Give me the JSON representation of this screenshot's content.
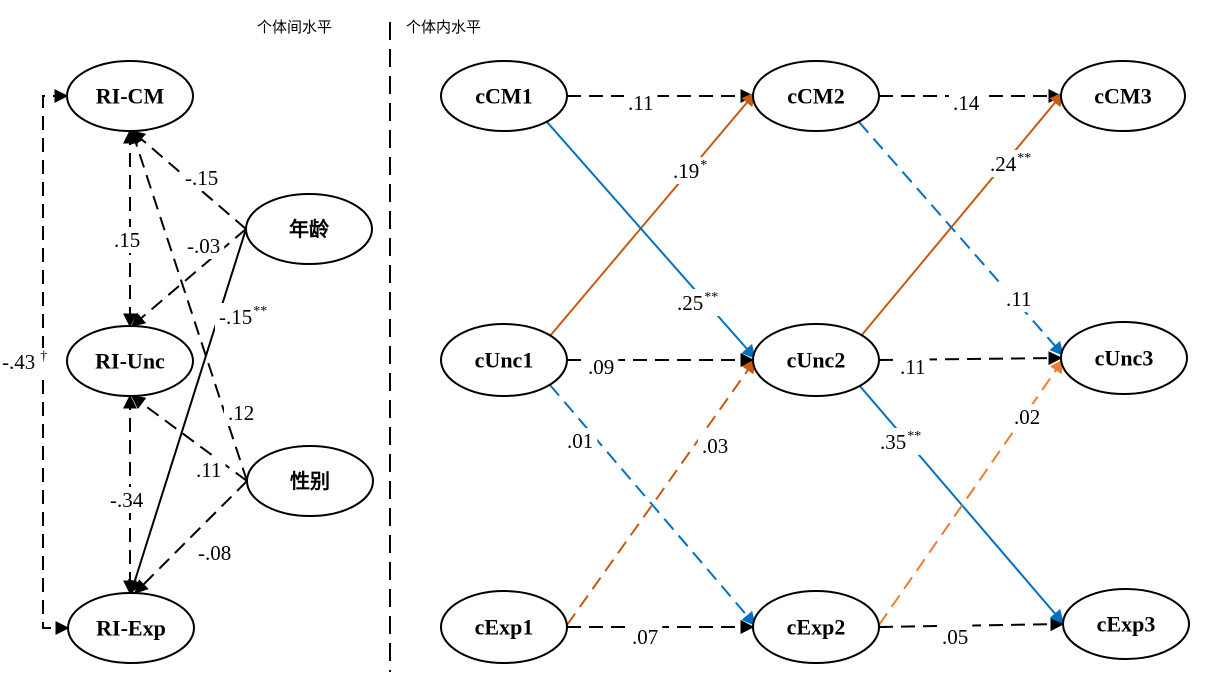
{
  "sections": {
    "between_title": "个体间水平",
    "within_title": "个体内水平"
  },
  "colors": {
    "black": "#000000",
    "blue": "#0070C0",
    "orange_dark": "#C55A11",
    "orange_light": "#ED7D31"
  },
  "nodes": [
    {
      "id": "RI-CM",
      "label": "RI-CM",
      "level": "between"
    },
    {
      "id": "RI-Unc",
      "label": "RI-Unc",
      "level": "between"
    },
    {
      "id": "RI-Exp",
      "label": "RI-Exp",
      "level": "between"
    },
    {
      "id": "age",
      "label": "年龄",
      "level": "between"
    },
    {
      "id": "gender",
      "label": "性别",
      "level": "between"
    },
    {
      "id": "cCM1",
      "label": "cCM1",
      "level": "within"
    },
    {
      "id": "cCM2",
      "label": "cCM2",
      "level": "within"
    },
    {
      "id": "cCM3",
      "label": "cCM3",
      "level": "within"
    },
    {
      "id": "cUnc1",
      "label": "cUnc1",
      "level": "within"
    },
    {
      "id": "cUnc2",
      "label": "cUnc2",
      "level": "within"
    },
    {
      "id": "cUnc3",
      "label": "cUnc3",
      "level": "within"
    },
    {
      "id": "cExp1",
      "label": "cExp1",
      "level": "within"
    },
    {
      "id": "cExp2",
      "label": "cExp2",
      "level": "within"
    },
    {
      "id": "cExp3",
      "label": "cExp3",
      "level": "within"
    }
  ],
  "edges": [
    {
      "from": "RI-CM",
      "to": "RI-Unc",
      "value": ".15",
      "sig": "",
      "style": "dashed",
      "color": "black",
      "type": "covariance"
    },
    {
      "from": "RI-Unc",
      "to": "RI-Exp",
      "value": "-.34",
      "sig": "",
      "style": "dashed",
      "color": "black",
      "type": "covariance"
    },
    {
      "from": "RI-CM",
      "to": "RI-Exp",
      "value": "-.43",
      "sig": "†",
      "style": "dashed",
      "color": "black",
      "type": "covariance"
    },
    {
      "from": "age",
      "to": "RI-CM",
      "value": "-.15",
      "sig": "",
      "style": "dashed",
      "color": "black",
      "type": "path"
    },
    {
      "from": "age",
      "to": "RI-Unc",
      "value": "-.03",
      "sig": "",
      "style": "dashed",
      "color": "black",
      "type": "path"
    },
    {
      "from": "age",
      "to": "RI-Exp",
      "value": "-.15",
      "sig": "**",
      "style": "solid",
      "color": "black",
      "type": "path"
    },
    {
      "from": "gender",
      "to": "RI-CM",
      "value": ".12",
      "sig": "",
      "style": "dashed",
      "color": "black",
      "type": "path"
    },
    {
      "from": "gender",
      "to": "RI-Unc",
      "value": ".11",
      "sig": "",
      "style": "dashed",
      "color": "black",
      "type": "path"
    },
    {
      "from": "gender",
      "to": "RI-Exp",
      "value": "-.08",
      "sig": "",
      "style": "dashed",
      "color": "black",
      "type": "path"
    },
    {
      "from": "cCM1",
      "to": "cCM2",
      "value": ".11",
      "sig": "",
      "style": "dashed",
      "color": "black",
      "type": "path"
    },
    {
      "from": "cCM2",
      "to": "cCM3",
      "value": ".14",
      "sig": "",
      "style": "dashed",
      "color": "black",
      "type": "path"
    },
    {
      "from": "cUnc1",
      "to": "cUnc2",
      "value": ".09",
      "sig": "",
      "style": "dashed",
      "color": "black",
      "type": "path"
    },
    {
      "from": "cUnc2",
      "to": "cUnc3",
      "value": ".11",
      "sig": "",
      "style": "dashed",
      "color": "black",
      "type": "path"
    },
    {
      "from": "cExp1",
      "to": "cExp2",
      "value": ".07",
      "sig": "",
      "style": "dashed",
      "color": "black",
      "type": "path"
    },
    {
      "from": "cExp2",
      "to": "cExp3",
      "value": ".05",
      "sig": "",
      "style": "dashed",
      "color": "black",
      "type": "path"
    },
    {
      "from": "cUnc1",
      "to": "cCM2",
      "value": ".19",
      "sig": "*",
      "style": "solid",
      "color": "orange_dark",
      "type": "path"
    },
    {
      "from": "cUnc2",
      "to": "cCM3",
      "value": ".24",
      "sig": "**",
      "style": "solid",
      "color": "orange_dark",
      "type": "path"
    },
    {
      "from": "cCM1",
      "to": "cUnc2",
      "value": ".25",
      "sig": "**",
      "style": "solid",
      "color": "blue",
      "type": "path"
    },
    {
      "from": "cCM2",
      "to": "cUnc3",
      "value": ".11",
      "sig": "",
      "style": "dashed",
      "color": "blue",
      "type": "path"
    },
    {
      "from": "cUnc1",
      "to": "cExp2",
      "value": ".01",
      "sig": "",
      "style": "dashed",
      "color": "blue",
      "type": "path"
    },
    {
      "from": "cUnc2",
      "to": "cExp3",
      "value": ".35",
      "sig": "**",
      "style": "solid",
      "color": "blue",
      "type": "path"
    },
    {
      "from": "cExp1",
      "to": "cUnc2",
      "value": ".03",
      "sig": "",
      "style": "dashed",
      "color": "orange_dark",
      "type": "path"
    },
    {
      "from": "cExp2",
      "to": "cUnc3",
      "value": ".02",
      "sig": "",
      "style": "dashed",
      "color": "orange_light",
      "type": "path"
    }
  ]
}
